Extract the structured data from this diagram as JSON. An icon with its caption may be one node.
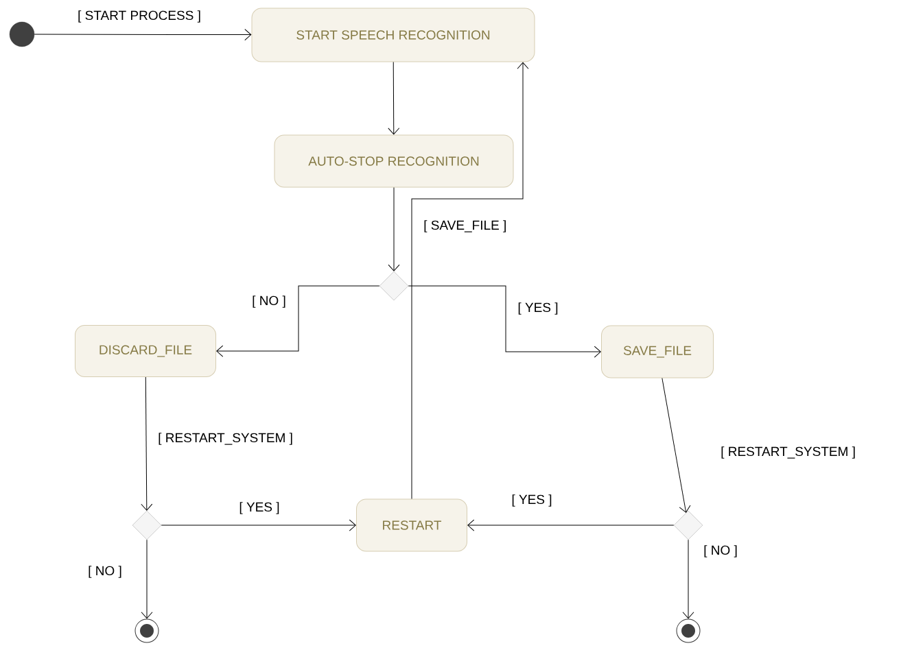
{
  "diagram": {
    "nodes": [
      {
        "text": [],
        "shape": "circle"
      },
      {
        "text": [
          "START SPEECH RECOGNITION"
        ]
      },
      {
        "text": [
          "AUTO-STOP RECOGNITION"
        ]
      },
      {
        "text": [],
        "shape": "diamond"
      },
      {
        "text": [
          "DISCARD_FILE"
        ]
      },
      {
        "text": [
          "SAVE_FILE"
        ]
      },
      {
        "text": [],
        "shape": "diamond"
      },
      {
        "text": [
          "RESTART"
        ]
      },
      {
        "text": [],
        "shape": "diamond"
      },
      {
        "text": [],
        "shape": "bullseye"
      },
      {
        "text": [],
        "shape": "bullseye"
      }
    ],
    "edges": [
      {
        "from": 0,
        "to": 1,
        "arrow": "to",
        "label": "[ START PROCESS ]"
      },
      {
        "from": 1,
        "to": 2,
        "arrow": "to"
      },
      {
        "from": 2,
        "to": 3,
        "arrow": "to"
      },
      {
        "from": 3,
        "to": 4,
        "arrow": "to",
        "label": "[ NO ]"
      },
      {
        "from": 3,
        "to": 5,
        "arrow": "to",
        "label": "[ YES ]"
      },
      {
        "from": 4,
        "to": 6,
        "arrow": "to",
        "label": "[ RESTART_SYSTEM ]"
      },
      {
        "from": 5,
        "to": 8,
        "arrow": "to",
        "label": "[ RESTART_SYSTEM ]"
      },
      {
        "from": 6,
        "to": 7,
        "arrow": "to",
        "label": "[ YES ]"
      },
      {
        "from": 8,
        "to": 7,
        "arrow": "to",
        "label": "[ YES ]"
      },
      {
        "from": 6,
        "to": 9,
        "arrow": "to",
        "label": "[ NO ]"
      },
      {
        "from": 8,
        "to": 10,
        "arrow": "to",
        "label": "[ NO ]"
      },
      {
        "from": 7,
        "to": 1,
        "arrow": "to",
        "label": "[ SAVE_FILE ]"
      }
    ]
  }
}
